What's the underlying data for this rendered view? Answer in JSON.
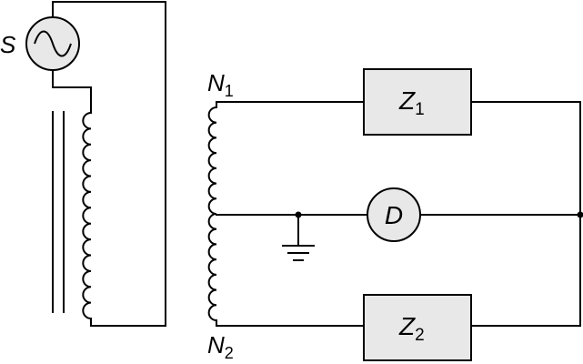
{
  "labels": {
    "source": "S",
    "n1": {
      "main": "N",
      "sub": "1"
    },
    "n2": {
      "main": "N",
      "sub": "2"
    },
    "z1": {
      "main": "Z",
      "sub": "1"
    },
    "z2": {
      "main": "Z",
      "sub": "2"
    },
    "detector": "D"
  },
  "colors": {
    "line": "#000000",
    "component_fill": "#e8e8e8"
  }
}
